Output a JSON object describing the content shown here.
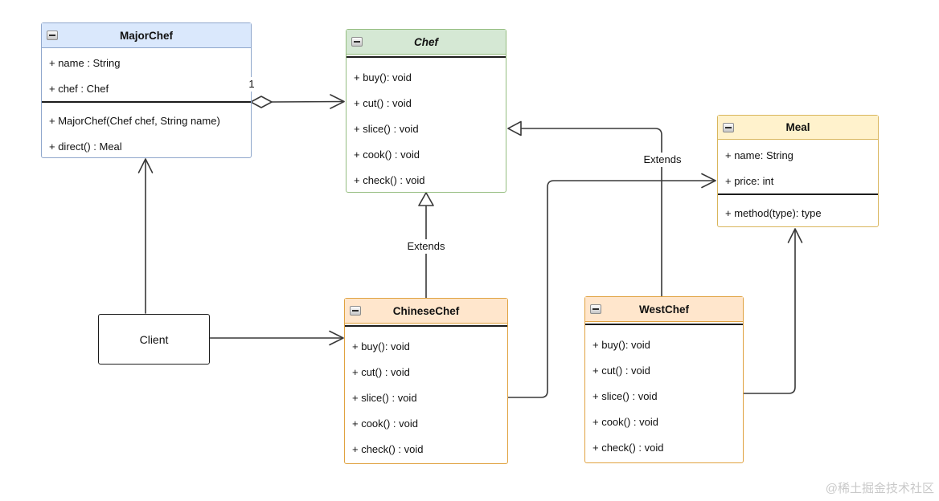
{
  "classes": [
    {
      "name": "MajorChef",
      "abstract": false,
      "attributes": [
        "+ name : String",
        "+ chef : Chef"
      ],
      "methods": [
        "+ MajorChef(Chef chef, String name)",
        "+ direct() : Meal"
      ],
      "header_color": "#dae8fc",
      "border_color": "#8fa7cc"
    },
    {
      "name": "Chef",
      "abstract": true,
      "attributes": [],
      "methods": [
        "+ buy(): void",
        "+ cut() : void",
        "+ slice() : void",
        "+ cook() : void",
        "+ check() : void"
      ],
      "header_color": "#d5e8d4",
      "border_color": "#94bd7f"
    },
    {
      "name": "Meal",
      "abstract": false,
      "attributes": [
        "+ name: String",
        "+ price: int"
      ],
      "methods": [
        "+ method(type): type"
      ],
      "header_color": "#fff2cc",
      "border_color": "#d9b65c"
    },
    {
      "name": "ChineseChef",
      "abstract": false,
      "attributes": [],
      "methods": [
        "+ buy(): void",
        "+ cut() : void",
        "+ slice() : void",
        "+ cook() : void",
        "+ check() : void"
      ],
      "header_color": "#ffe6cc",
      "border_color": "#e0a240"
    },
    {
      "name": "WestChef",
      "abstract": false,
      "attributes": [],
      "methods": [
        "+ buy(): void",
        "+ cut() : void",
        "+ slice() : void",
        "+ cook() : void",
        "+ check() : void"
      ],
      "header_color": "#ffe6cc",
      "border_color": "#e0a240"
    }
  ],
  "client": {
    "label": "Client"
  },
  "edges": [
    {
      "from": "MajorChef",
      "to": "Chef",
      "type": "aggregation",
      "label": "1"
    },
    {
      "from": "ChineseChef",
      "to": "Chef",
      "type": "generalization",
      "label": "Extends"
    },
    {
      "from": "WestChef",
      "to": "Chef",
      "type": "generalization",
      "label": "Extends"
    },
    {
      "from": "Client",
      "to": "MajorChef",
      "type": "association",
      "label": ""
    },
    {
      "from": "Client",
      "to": "ChineseChef",
      "type": "association",
      "label": ""
    },
    {
      "from": "ChineseChef",
      "to": "Meal",
      "type": "association",
      "label": ""
    },
    {
      "from": "WestChef",
      "to": "Meal",
      "type": "association",
      "label": ""
    }
  ],
  "watermark": "@稀土掘金技术社区",
  "colors": {
    "edge_stroke": "#383838",
    "blue_fill": "#dae8fc",
    "green_fill": "#d5e8d4",
    "yellow_fill": "#fff2cc",
    "orange_fill": "#ffe6cc"
  }
}
